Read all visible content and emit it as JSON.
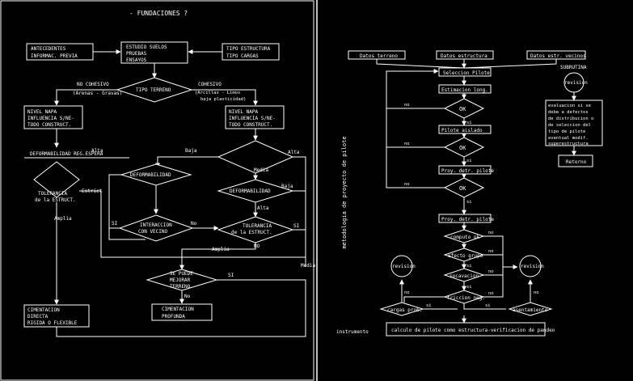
{
  "left": {
    "title": "-  FUNDACIONES ?",
    "antecedentes": [
      "ANTECEDENTES",
      "INFORMAC. PREVIA"
    ],
    "estudio": [
      "ESTUDIO SUELOS",
      "PRUEBAS",
      "ENSAYOS"
    ],
    "tipo_estructura": [
      "TIPO ESTRUCTURA",
      "TIPO CARGAS"
    ],
    "tipo_terreno": "TIPO TERRENO",
    "no_cohesivo": [
      "NO COHESIVO",
      "(Arenas - Gravas)"
    ],
    "cohesivo": [
      "COHESIVO",
      "(Arcillas - Limos",
      "baja plasticidad)"
    ],
    "nivel_left": [
      "NIVEL NAPA",
      "INFLUENCIA S/NE-",
      "TODO CONSTRUCT."
    ],
    "nivel_right": [
      "NIVEL NAPA",
      "INFLUENCIA S/NE-",
      "TODO CONSTRUCT."
    ],
    "deformabilidad_res": "DEFORMABILIDAD REG.ESPERA",
    "tolerancia_left": [
      "TOLERANCIA",
      "de la ESTRUCT."
    ],
    "deformabilidad_a": "DEFORMABILIDAD",
    "deformabilidad_b": "DEFORMABILIDAD",
    "interaccion": [
      "INTERACCION",
      "CON VECINO"
    ],
    "tolerancia_right": [
      "TOLERANCIA",
      "de la ESTRUCT."
    ],
    "mejorar": [
      "SE PUEDE",
      "MEJORAR",
      "TERRENO"
    ],
    "cimentacion_directa": [
      "CIMENTACION",
      "DIRECTA",
      "RIGIDA O FLEXIBLE"
    ],
    "cimentacion_profunda": [
      "CIMENTACION",
      "PROFUNDA"
    ],
    "labels": {
      "baja": "Baja",
      "alta": "Alta",
      "media": "Media",
      "estrict": "Estrict",
      "amplia": "Amplia",
      "si": "SI",
      "no": "No",
      "amplia2": "Amplia",
      "no2": "NO",
      "si2": "SI",
      "media2": "Media",
      "baja2": "Baja",
      "alta2": "Alta",
      "alta3": "Alta",
      "no3": "No",
      "si3": "SI"
    }
  },
  "right": {
    "vertical_title": "metodologia de proyecto de pilote",
    "datos_terreno": "Datos terreno",
    "datos_estructura": "Datos estructura",
    "datos_vecinos": "Datos estr. vecinos",
    "seleccion": "Seleccion Pilote",
    "estimacion": "Estimacion long.",
    "pilote_aislado": "Pilote aislado",
    "proy_detr_1": "Proy. detr. pilote",
    "proy_detr_2": "Proy. detr. pilote",
    "ok": "OK",
    "computo": "computo ok",
    "efecto": "efecto grupo",
    "socavacion": "socavacion",
    "friccion": "friccion neg.",
    "cargas": "cargas prob.",
    "asentamiento": "asentamiento",
    "revision": "revision",
    "subrutina": "SUBRUTINA",
    "subrutina_text": [
      "evaluacion si se",
      "debe a defectos",
      "de distribucion o",
      "de seleccion del",
      "tipo de pilote",
      "eventual modif.",
      "superestructura"
    ],
    "retorno": "Retorno",
    "calculo": "calculo de pilote como estructura-verificacion de pandeo",
    "instrumento": "instrumento",
    "labels": {
      "no": "no",
      "si": "si"
    }
  }
}
